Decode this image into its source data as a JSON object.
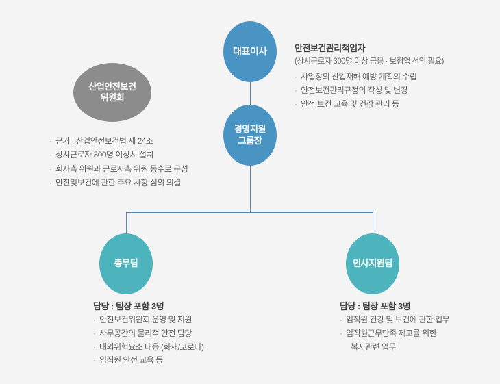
{
  "nodes": {
    "ceo": {
      "label": "대표이사",
      "color": "#4a94c4"
    },
    "group_head": {
      "label_line1": "경영지원",
      "label_line2": "그룹장",
      "color": "#4a94c4"
    },
    "committee": {
      "label_line1": "산업안전보건",
      "label_line2": "위원회",
      "color": "#8c8c8c"
    },
    "team_general_affairs": {
      "label": "총무팀",
      "color": "#4db3bd"
    },
    "team_hr_support": {
      "label": "인사지원팀",
      "color": "#4db3bd"
    }
  },
  "blocks": {
    "safety_officer": {
      "title": "안전보건관리책임자",
      "subtitle": "(상시근로자 300명 이상 금융 · 보험업 선임 필요)",
      "bullets": [
        "사업장의 산업재해 예방 계획의 수립",
        "안전보건관리규정의 작성 및 변경",
        "안전 보건 교육 및 건강 관리 등"
      ]
    },
    "committee_detail": {
      "bullets": [
        "근거 : 산업안전보건법 제 24조",
        "상시근로자 300명 이상시 설치",
        "회사측 위원과 근로자측 위원 동수로 구성",
        "안전및보건에 관한 주요 사항 심의 의결"
      ]
    },
    "team_general_affairs_detail": {
      "title": "담당 : 팀장 포함 3명",
      "bullets": [
        "안전보건위원회 운영 및 지원",
        "사무공간의 물리적 안전 담당",
        "대외위험요소 대응 (화재/코로나)",
        "임직원 안전 교육 등"
      ]
    },
    "team_hr_support_detail": {
      "title": "담당 : 팀장 포함 3명",
      "bullets": [
        "임직원 건강 및 보건에 관한 업무",
        "임직원근무만족 제고를 위한",
        "복지관련 업무"
      ]
    }
  },
  "theme": {
    "background": "#f4f4f4",
    "connector_color": "#5b87b5",
    "blue": "#4a94c4",
    "teal": "#4db3bd",
    "gray": "#8c8c8c"
  }
}
